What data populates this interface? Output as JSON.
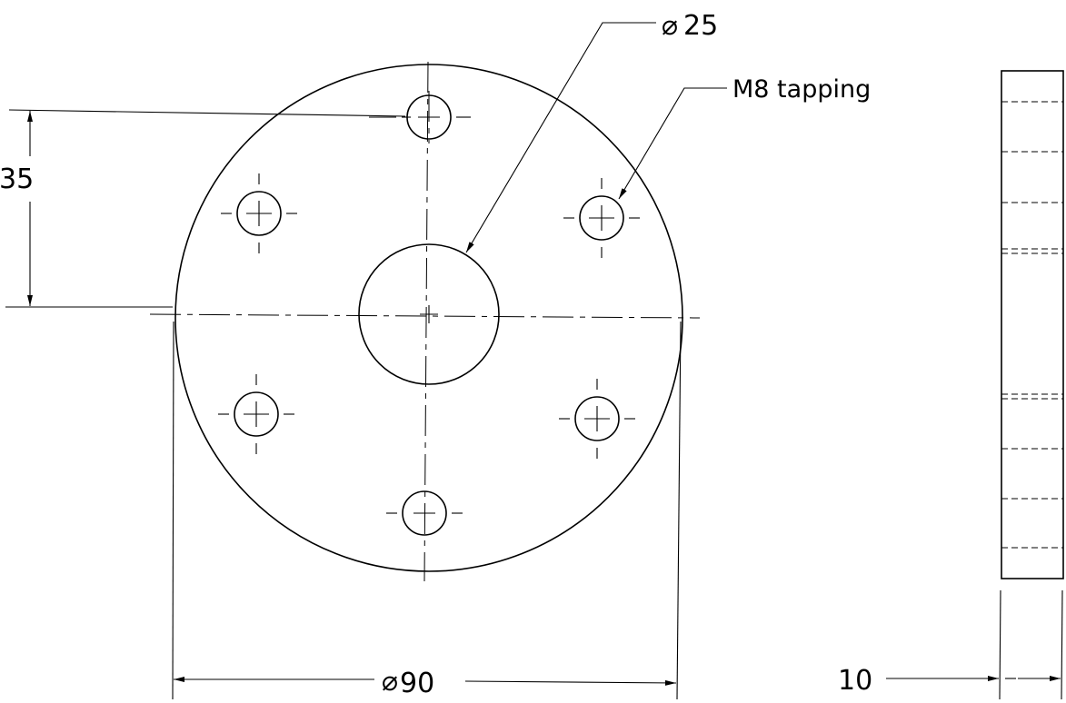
{
  "dimensions": {
    "center_hole": {
      "symbol": "⌀",
      "value": "25"
    },
    "outer_diameter": {
      "symbol": "⌀",
      "value": "90"
    },
    "hole_spacing": {
      "value": "35"
    },
    "thickness": {
      "value": "10"
    }
  },
  "callouts": {
    "tapped_holes": "M8 tapping"
  }
}
